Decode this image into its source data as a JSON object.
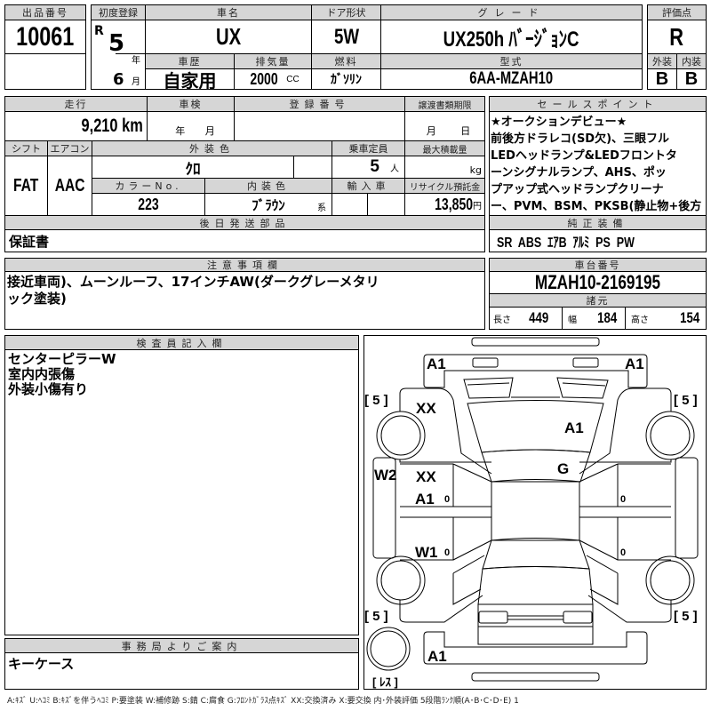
{
  "lot": {
    "label": "出品番号",
    "value": "10061"
  },
  "first_reg": {
    "label": "初度登録",
    "era": "R",
    "year": "5",
    "year_unit": "年",
    "month": "6",
    "month_unit": "月"
  },
  "car_name": {
    "label": "車名",
    "value": "UX"
  },
  "door": {
    "label": "ドア形状",
    "value": "5W"
  },
  "grade": {
    "label": "グレード",
    "value": "UX250h ﾊﾞｰｼﾞｮﾝC"
  },
  "history": {
    "label": "車歴",
    "value": "自家用"
  },
  "displacement": {
    "label": "排気量",
    "value": "2000",
    "unit": "CC"
  },
  "fuel": {
    "label": "燃料",
    "value": "ｶﾞｿﾘﾝ"
  },
  "model": {
    "label": "型式",
    "value": "6AA-MZAH10"
  },
  "score": {
    "label": "評価点",
    "value": "R",
    "ext_label": "外装",
    "int_label": "内装",
    "ext": "B",
    "int": "B"
  },
  "mileage": {
    "label": "走行",
    "value": "9,210",
    "unit": "km"
  },
  "inspection": {
    "label": "車検",
    "year_unit": "年",
    "month_unit": "月"
  },
  "reg_no": {
    "label": "登録番号"
  },
  "transfer": {
    "label": "譲渡書類期限",
    "month_unit": "月",
    "day_unit": "日"
  },
  "shift": {
    "label": "シフト",
    "value": "FAT"
  },
  "ac": {
    "label": "エアコン",
    "value": "AAC"
  },
  "ext_color": {
    "label": "外装色",
    "value": "ｸﾛ"
  },
  "capacity": {
    "label": "乗車定員",
    "value": "5",
    "unit": "人"
  },
  "max_load": {
    "label": "最大積載量",
    "unit": "kg"
  },
  "color_no": {
    "label": "カラーNo.",
    "value": "223"
  },
  "int_color": {
    "label": "内装色",
    "value": "ﾌﾞﾗｳﾝ",
    "suffix": "系"
  },
  "import": {
    "label": "輸入車"
  },
  "recycle": {
    "label": "リサイクル預託金",
    "value": "13,850",
    "unit": "円"
  },
  "later_parts": {
    "label": "後日発送部品",
    "value": "保証書"
  },
  "sales_point": {
    "label": "セールスポイント",
    "lines": [
      "★オークションデビュー★",
      "前後方ドラレコ(SD欠)、三眼フル",
      "LEDヘッドランプ&LEDフロントタ",
      "ーンシグナルランプ、AHS、ポッ",
      "プアップ式ヘッドランプクリーナ",
      "ー、PVM、BSM、PKSB(静止物+後方"
    ]
  },
  "equipment": {
    "label": "純正装備",
    "value": "SR  ABS  ｴｱB  ｱﾙﾐ  PS  PW"
  },
  "notes": {
    "label": "注意事項欄",
    "lines": [
      "接近車両)、ムーンルーフ、17インチAW(ダークグレーメタリ",
      "ック塗装)"
    ]
  },
  "chassis": {
    "label": "車台番号",
    "value": "MZAH10-2169195"
  },
  "specs": {
    "label": "諸元",
    "length_label": "長さ",
    "length": "449",
    "width_label": "幅",
    "width": "184",
    "height_label": "高さ",
    "height": "154"
  },
  "inspector": {
    "label": "検査員記入欄",
    "lines": [
      "センターピラーW",
      "室内内張傷",
      "外装小傷有り"
    ]
  },
  "office": {
    "label": "事務局よりご案内",
    "value": "キーケース"
  },
  "diagram": {
    "marks": {
      "front_left": "A1",
      "front_right": "A1",
      "fender_fl": "XX",
      "hood": "A1",
      "windshield": "G",
      "sill_left": "W2",
      "door_fl_1": "XX",
      "door_fl_2": "A1",
      "door_rl": "W1",
      "rear": "A1",
      "zero": "0",
      "tire_fl": "[ 5 ]",
      "tire_fr": "[ 5 ]",
      "tire_rl": "[ 5 ]",
      "tire_rr": "[ 5 ]",
      "spare": "[ ﾚｽ ]"
    }
  },
  "legend": "A:ｷｽﾞ  U:ﾍｺﾐ  B:ｷｽﾞを伴うﾍｺﾐ  P:要塗装  W:補修跡  S:錆  C:腐食  G:ﾌﾛﾝﾄｶﾞﾗｽ点ｷｽﾞ  XX:交換済み  X:要交換  内･外装評価  5段階ﾗﾝｸ順(A･B･C･D･E) 1"
}
